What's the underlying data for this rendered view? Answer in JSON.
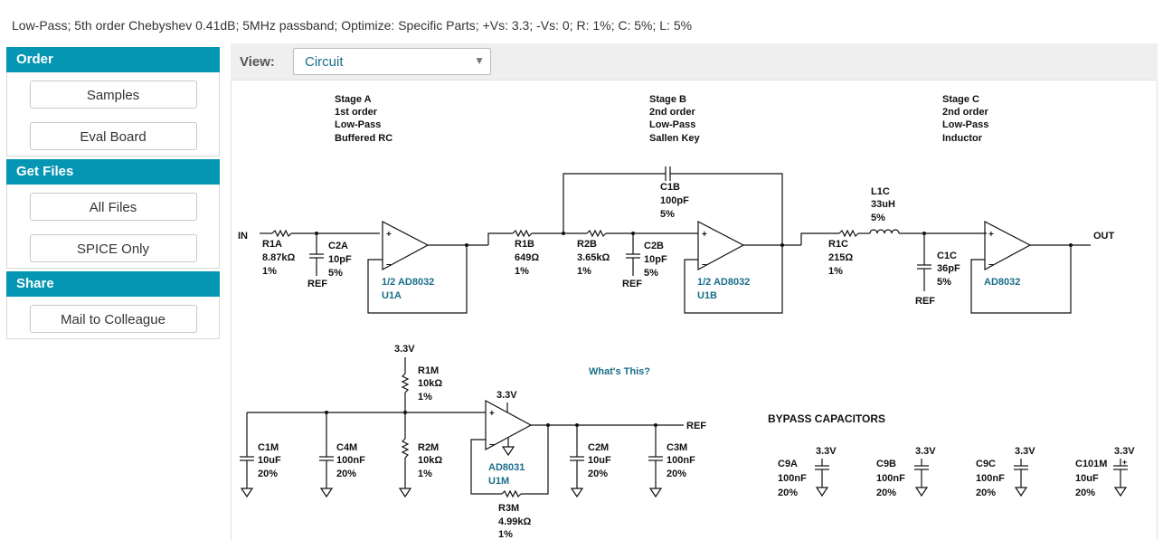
{
  "header": {
    "summary": "Low-Pass; 5th order Chebyshev 0.41dB; 5MHz passband; Optimize: Specific Parts; +Vs: 3.3; -Vs: 0; R: 1%; C: 5%; L: 5%"
  },
  "sidebar": {
    "order": {
      "title": "Order",
      "buttons": [
        "Samples",
        "Eval Board"
      ]
    },
    "get_files": {
      "title": "Get Files",
      "buttons": [
        "All Files",
        "SPICE Only"
      ]
    },
    "share": {
      "title": "Share",
      "buttons": [
        "Mail to Colleague"
      ]
    }
  },
  "view": {
    "label": "View:",
    "selected": "Circuit"
  },
  "schematic": {
    "stage_a": [
      "Stage A",
      "1st order",
      "Low-Pass",
      "Buffered RC"
    ],
    "stage_b": [
      "Stage B",
      "2nd order",
      "Low-Pass",
      "Sallen Key"
    ],
    "stage_c": [
      "Stage C",
      "2nd order",
      "Low-Pass",
      "Inductor"
    ],
    "in_label": "IN",
    "out_label": "OUT",
    "ref": "REF",
    "r1a": [
      "R1A",
      "8.87kΩ",
      "1%"
    ],
    "c2a": [
      "C2A",
      "10pF",
      "5%"
    ],
    "u1a": [
      "1/2 AD8032",
      "U1A"
    ],
    "r1b": [
      "R1B",
      "649Ω",
      "1%"
    ],
    "r2b": [
      "R2B",
      "3.65kΩ",
      "1%"
    ],
    "c2b": [
      "C2B",
      "10pF",
      "5%"
    ],
    "c1b": [
      "C1B",
      "100pF",
      "5%"
    ],
    "u1b": [
      "1/2 AD8032",
      "U1B"
    ],
    "r1c": [
      "R1C",
      "215Ω",
      "1%"
    ],
    "l1c": [
      "L1C",
      "33uH",
      "5%"
    ],
    "c1c": [
      "C1C",
      "36pF",
      "5%"
    ],
    "u1c": "AD8032",
    "supply": "3.3V",
    "whats_this": "What's This?",
    "r1m": [
      "R1M",
      "10kΩ",
      "1%"
    ],
    "r2m": [
      "R2M",
      "10kΩ",
      "1%"
    ],
    "r3m": [
      "R3M",
      "4.99kΩ",
      "1%"
    ],
    "c1m": [
      "C1M",
      "10uF",
      "20%"
    ],
    "c4m": [
      "C4M",
      "100nF",
      "20%"
    ],
    "c2m": [
      "C2M",
      "10uF",
      "20%"
    ],
    "c3m": [
      "C3M",
      "100nF",
      "20%"
    ],
    "u1m": [
      "AD8031",
      "U1M"
    ],
    "bypass_title": "BYPASS CAPACITORS",
    "c9a": [
      "C9A",
      "100nF",
      "20%"
    ],
    "c9b": [
      "C9B",
      "100nF",
      "20%"
    ],
    "c9c": [
      "C9C",
      "100nF",
      "20%"
    ],
    "c101m": [
      "C101M",
      "10uF",
      "20%"
    ]
  }
}
